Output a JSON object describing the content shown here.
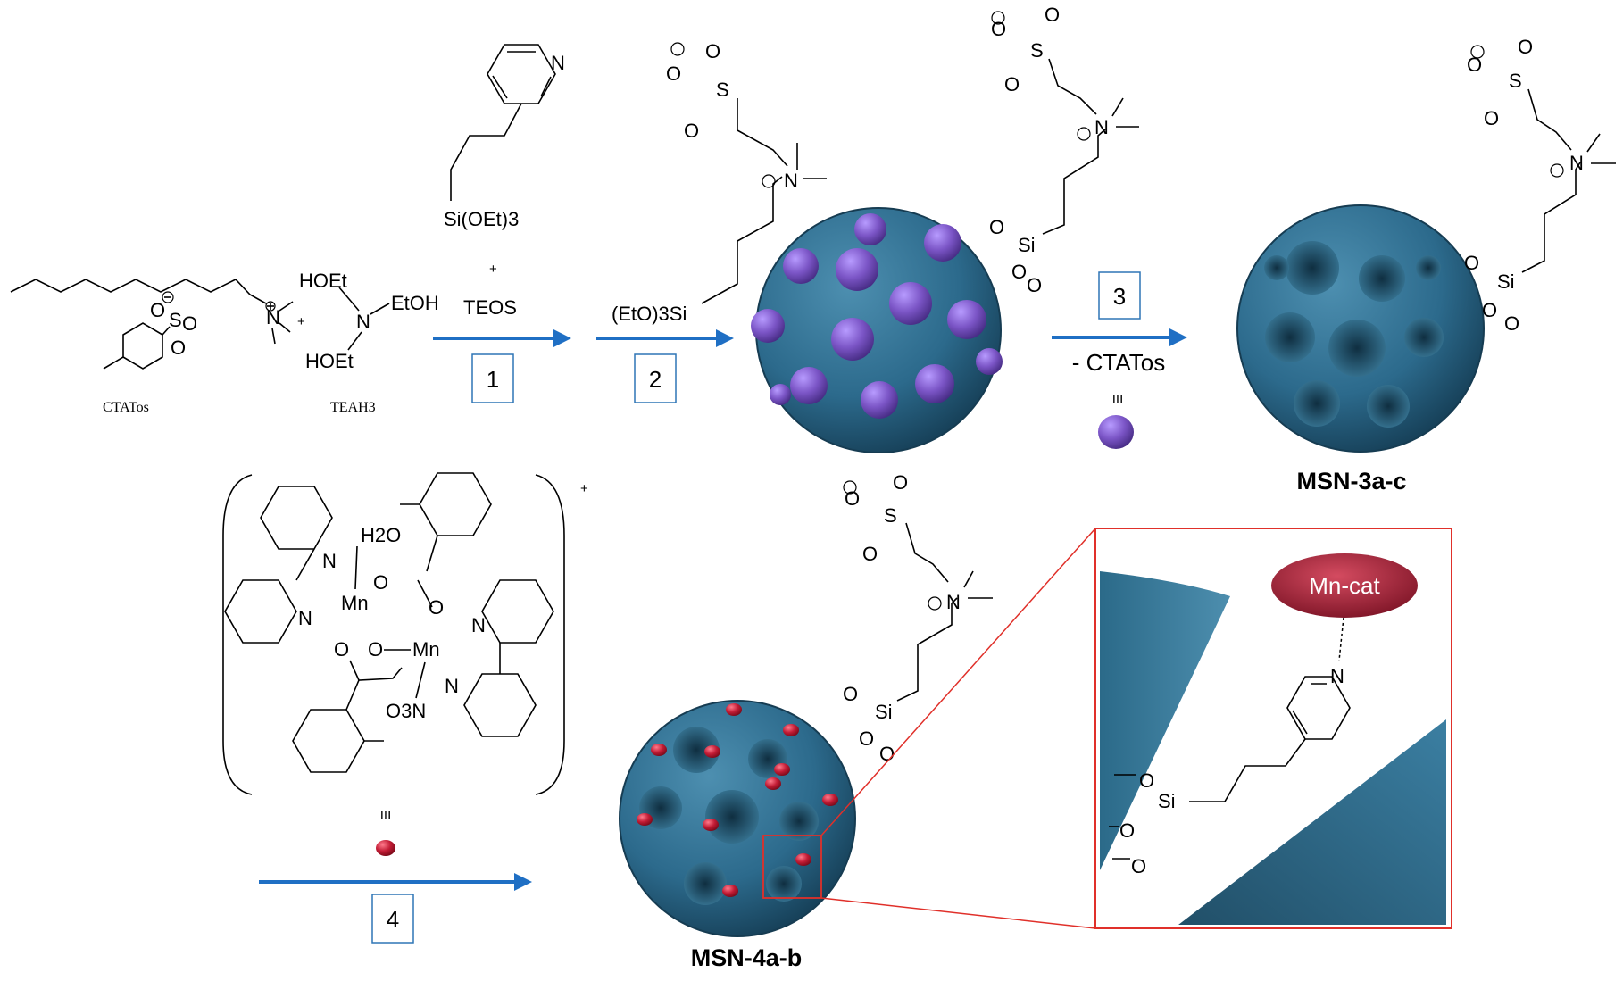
{
  "chem_labels": {
    "ctatos": "CTATos",
    "teah3_caption": "TEAH3",
    "hoet_top": "HOEt",
    "etoh": "EtOH",
    "hoet_bottom": "HOEt",
    "n": "N",
    "plus": "+",
    "silane": "Si(OEt)3",
    "plus2": "+",
    "teos": "TEOS",
    "etosi": "(EtO)3Si",
    "minus_ctatos": "- CTATos",
    "equiv": "III",
    "equiv2": "III",
    "h2o": "H2O",
    "o3n": "O3N",
    "mn": "Mn",
    "si": "Si",
    "o": "O",
    "s": "S",
    "complex_charge": "+"
  },
  "steps": [
    "1",
    "2",
    "3",
    "4"
  ],
  "products": {
    "msn3": "MSN-3a-c",
    "msn4": "MSN-4a-b"
  },
  "inset": {
    "catalyst_label": "Mn-cat"
  },
  "colors": {
    "arrow": "#1f6fc4",
    "particle": "#2c6a8c",
    "template_sphere": "#7b55c6",
    "catalyst_dot": "#c21c35",
    "inset_border": "#e0302a",
    "catalyst_ellipse": "#a8283c"
  }
}
